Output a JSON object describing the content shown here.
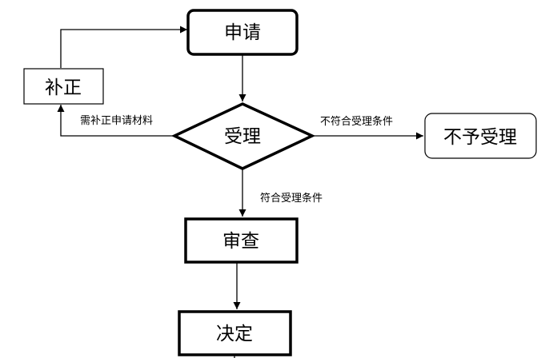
{
  "nodes": {
    "apply": "申请",
    "supplement": "补正",
    "accept": "受理",
    "reject": "不予受理",
    "review": "审查",
    "decide": "决定"
  },
  "edges": {
    "need_supplement": "需补正申请材料",
    "not_qualified": "不符合受理条件",
    "qualified": "符合受理条件"
  },
  "colors": {
    "stroke": "#000000",
    "background": "#ffffff"
  }
}
